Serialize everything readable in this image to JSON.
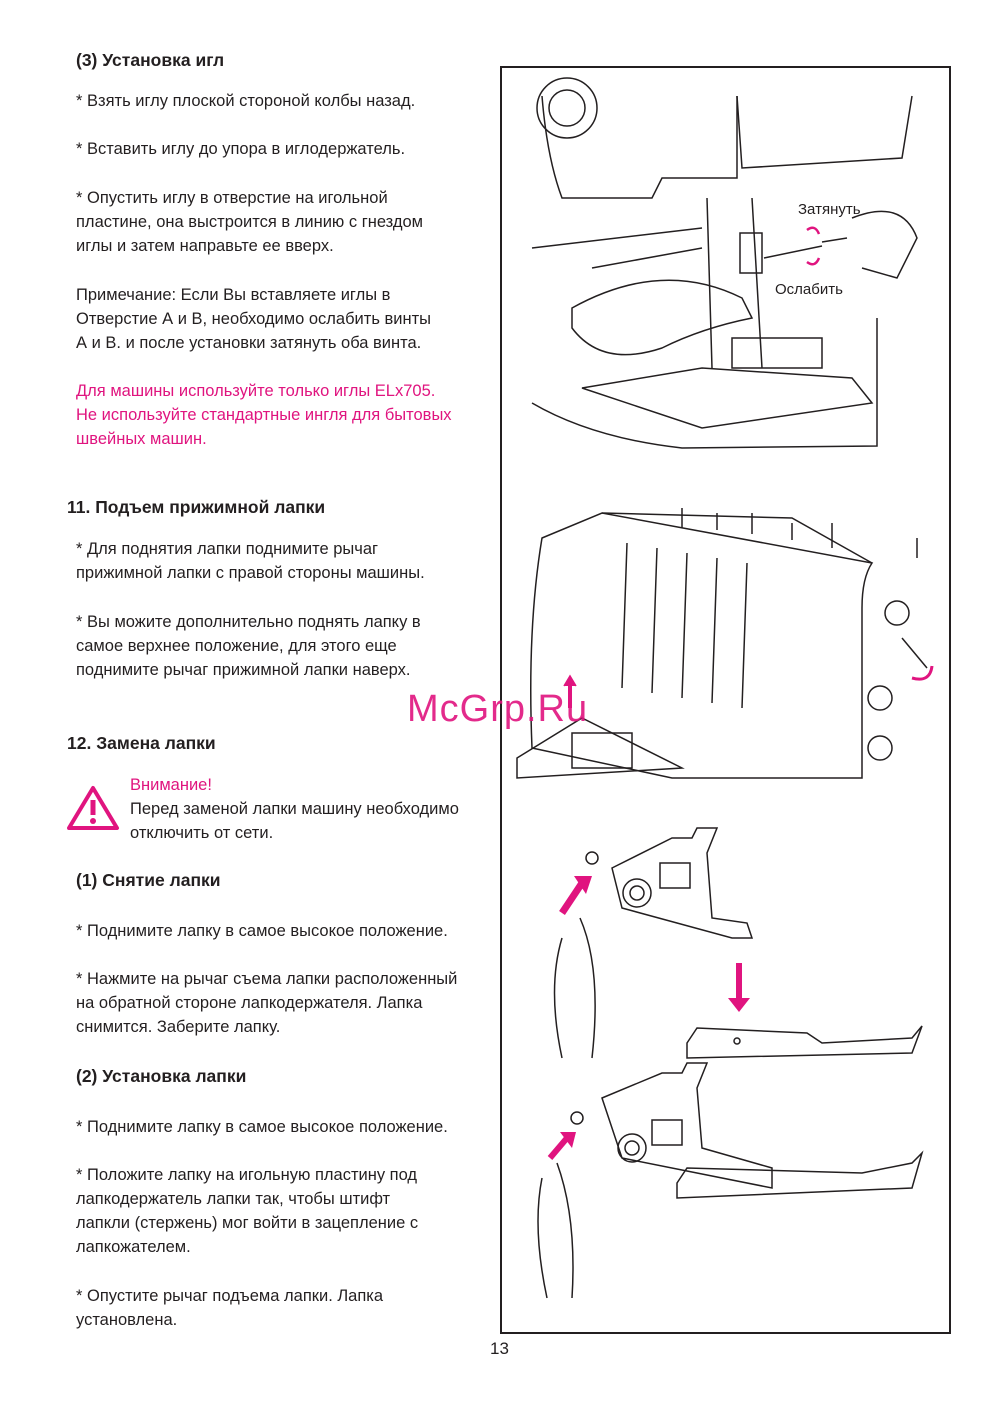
{
  "sec3": {
    "title": "(3) Установка игл",
    "b1": "* Взять иглу плоской стороной колбы назад.",
    "b2": "* Вставить иглу до упора в иглодержатель.",
    "b3": "* Опустить иглу в отверстие на игольной\n   пластине, она выстроится в линию с гнездом\n   иглы и затем направьте ее вверх.",
    "note": "Примечание: Если Вы вставляете иглы в\nОтверстие А и В, необходимо ослабить винты\nА и В. и после установки затянуть оба винта.",
    "warn": "Для машины используйте только иглы ELx705.\nНе используйте стандартные ингля для бытовых\nшвейных машин."
  },
  "sec11": {
    "title": "11. Подъем прижимной лапки",
    "b1": "* Для поднятия лапки поднимите рычаг\n   прижимной лапки с правой стороны машины.",
    "b2": "* Вы можите дополнительно поднять лапку в\n   самое верхнее положение, для этого еще\n   поднимите рычаг прижимной лапки наверх."
  },
  "sec12": {
    "title": "12. Замена лапки",
    "attention": "Внимание!",
    "attention_text": "Перед заменой лапки машину необходимо\nотключить от сети.",
    "sub1": "(1) Снятие лапки",
    "s1b1": "* Поднимите лапку в самое высокое положение.",
    "s1b2": "* Нажмите на рычаг съема лапки расположенный\n   на обратной стороне лапкодержателя. Лапка\n   снимится. Заберите лапку.",
    "sub2": "(2) Установка лапки",
    "s2b1": "* Поднимите лапку в самое высокое положение.",
    "s2b2": "* Положите лапку на игольную пластину под\n   лапкодержатель лапки так, чтобы штифт\n   лапкли (стержень) мог войти в зацепление с\n   лапкожателем.",
    "s2b3": "* Опустите рычаг подъема лапки. Лапка\n   установлена."
  },
  "figure": {
    "tighten": "Затянуть",
    "loosen": "Ослабить"
  },
  "watermark": "McGrp.Ru",
  "page_number": "13",
  "colors": {
    "accent": "#e0147f",
    "text": "#231f20"
  }
}
